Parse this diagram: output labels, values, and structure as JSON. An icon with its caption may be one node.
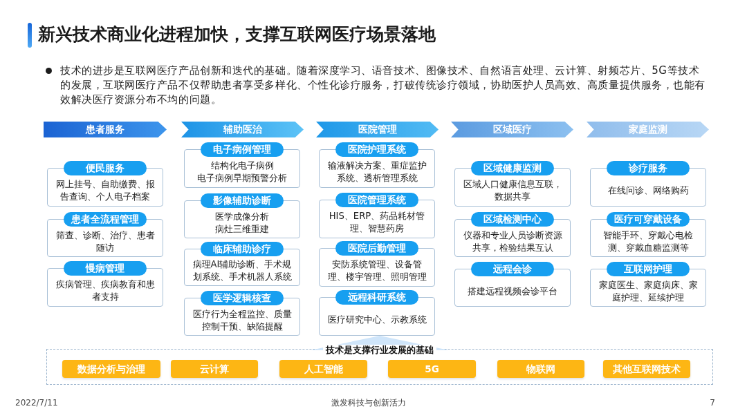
{
  "diagram": {
    "title": "新兴技术商业化进程加快，支撑互联网医疗场景落地",
    "nodes": [
      {
        "text": [
          "患者服务"
        ]
      },
      {
        "text": [
          "便民服务",
          "网上挂号、自助缴费、报告查询、个人电子档案"
        ]
      },
      {
        "text": [
          "患者全流程管理",
          "筛查、诊断、治疗、患者随访"
        ]
      },
      {
        "text": [
          "慢病管理",
          "疾病管理、疾病教育和患者支持"
        ]
      },
      {
        "text": [
          "辅助医治"
        ]
      },
      {
        "text": [
          "电子病例管理",
          "结构化电子病例",
          "电子病例早期预警分析"
        ]
      },
      {
        "text": [
          "影像辅助诊断",
          "医学成像分析",
          "病灶三维重建"
        ]
      },
      {
        "text": [
          "临床辅助诊疗",
          "病理AI辅助诊断、手术规划系统、手术机器人系统"
        ]
      },
      {
        "text": [
          "医学逻辑核查",
          "医疗行为全程监控、质量控制干预、缺陷提醒"
        ]
      },
      {
        "text": [
          "医院管理"
        ]
      },
      {
        "text": [
          "医院护理系统",
          "输液解决方案、重症监护系统、透析管理系统"
        ]
      },
      {
        "text": [
          "医院管理系统",
          "HIS、ERP、药品耗材管理、智慧药房"
        ]
      },
      {
        "text": [
          "医院后勤管理",
          "安防系统管理、设备管理、楼宇管理、照明管理"
        ]
      },
      {
        "text": [
          "远程科研系统",
          "医疗研究中心、示教系统"
        ]
      },
      {
        "text": [
          "区域医疗"
        ]
      },
      {
        "text": [
          "区域健康监测",
          "区域人口健康信息互联，数据共享"
        ]
      },
      {
        "text": [
          "区域检测中心",
          "仪器和专业人员诊断资源共享，检验结果互认"
        ]
      },
      {
        "text": [
          "远程会诊",
          "搭建远程视频会诊平台"
        ]
      },
      {
        "text": [
          "家庭监测"
        ]
      },
      {
        "text": [
          "诊疗服务",
          "在线问诊、网络购药"
        ]
      },
      {
        "text": [
          "医疗可穿戴设备",
          "智能手环、穿戴心电检测、穿戴血糖监测等"
        ]
      },
      {
        "text": [
          "互联网护理",
          "家庭医生、家庭病床、家庭护理、延续护理"
        ]
      },
      {
        "text": [
          "技术是支撑行业发展的基础"
        ]
      },
      {
        "text": [
          "数据分析与治理"
        ],
        "in": 22
      },
      {
        "text": [
          "云计算"
        ],
        "in": 22
      },
      {
        "text": [
          "人工智能"
        ],
        "in": 22
      },
      {
        "text": [
          "5G"
        ],
        "in": 22
      },
      {
        "text": [
          "物联网"
        ],
        "in": 22
      },
      {
        "text": [
          "其他互联网技术"
        ],
        "in": 22
      }
    ],
    "labels": [
      "技术的进步是互联网医疗产品创新和迭代的基础。随着深度学习、语音技术、图像技术、自然语言处理、云计算、射频芯片、5G等技术的发展，互联网医疗产品不仅帮助患者享受多样化、个性化诊疗服务，打破传统诊疗领域，协助医护人员高效、高质量提供服务，也能有效解决医疗资源分布不均的问题。",
      "2022/7/11",
      "激发科技与创新活力",
      "7"
    ]
  }
}
